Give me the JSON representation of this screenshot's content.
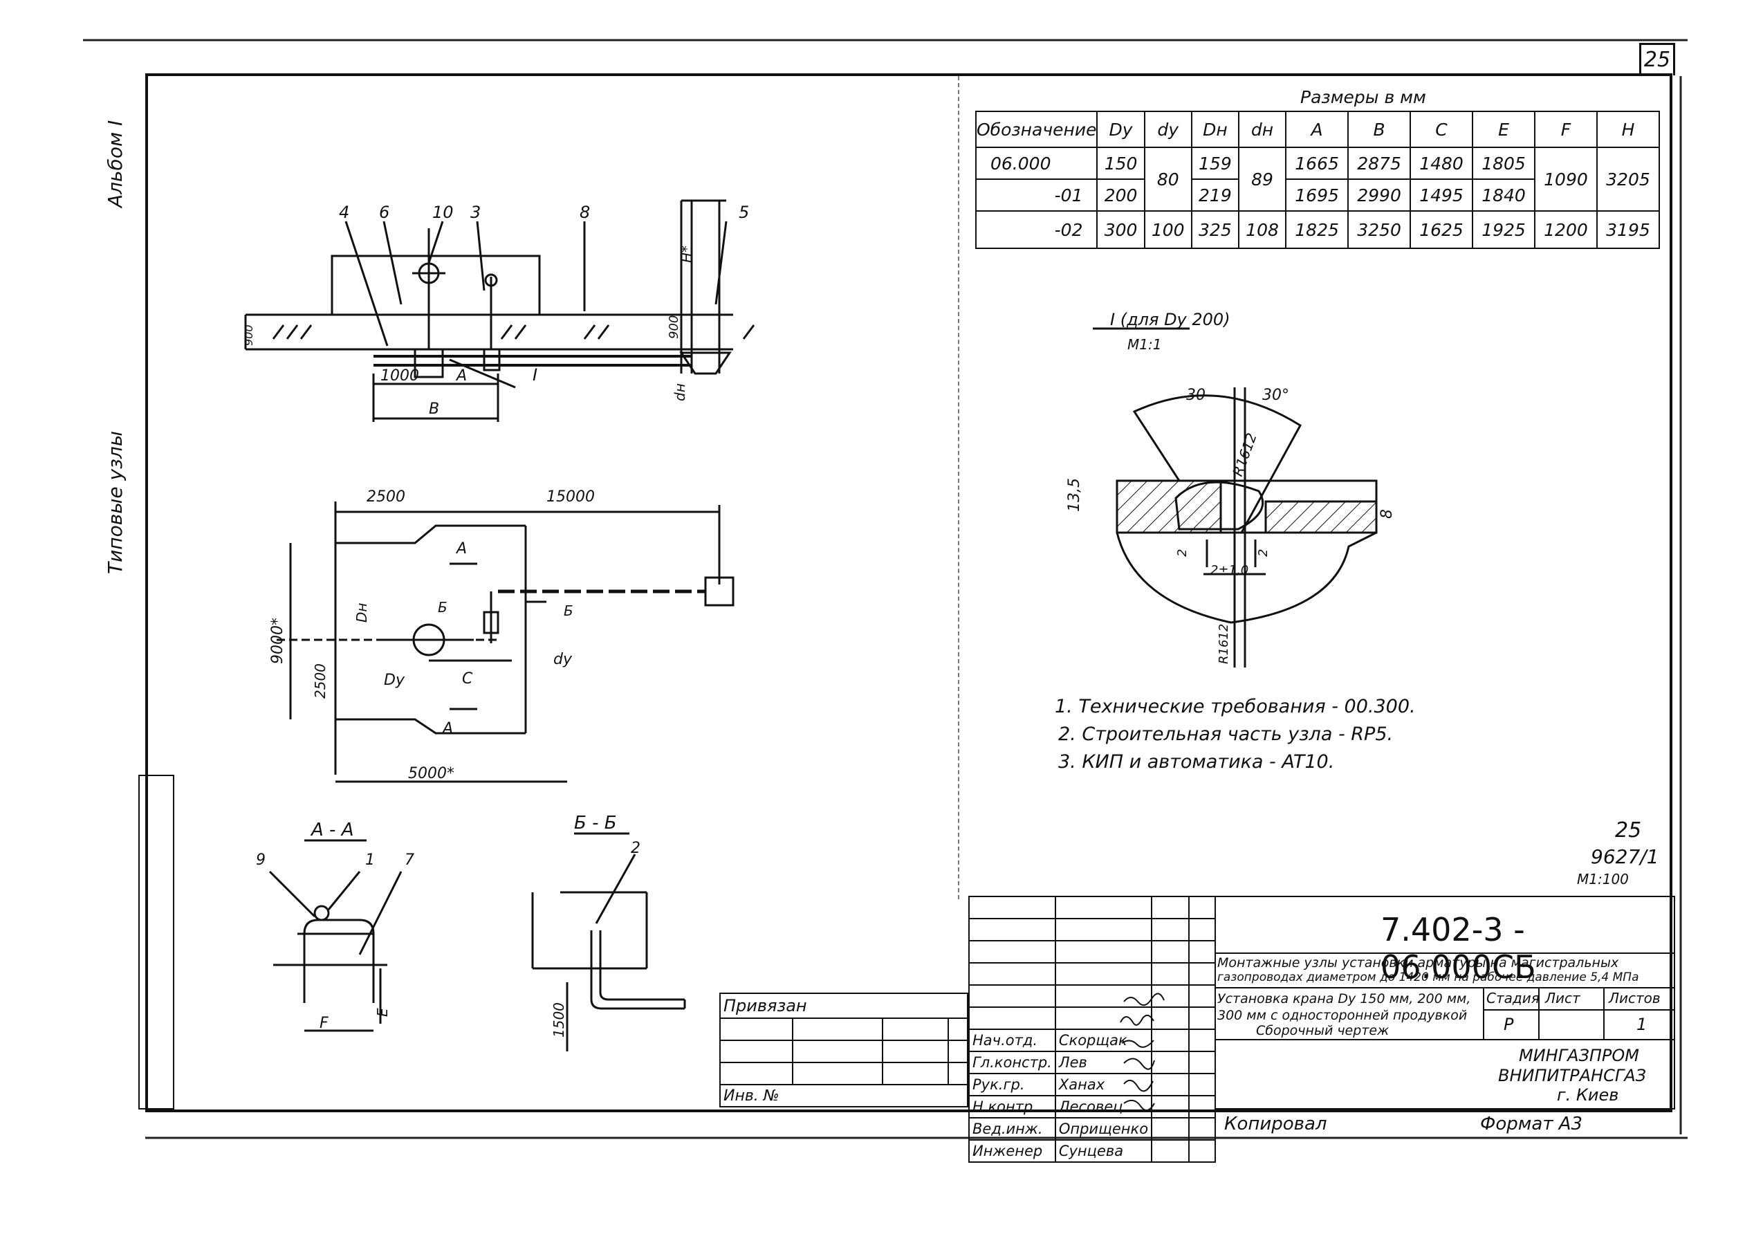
{
  "sheet": {
    "page_number": "25",
    "album": "Альбом I",
    "section": "Типовые узлы",
    "stamp_number": "25",
    "stamp_code": "9627/1",
    "stamp_scale": "M1:100",
    "copy_label": "Копировал",
    "format_label": "Формат A3"
  },
  "dims_table": {
    "caption": "Размеры в мм",
    "headers": [
      "Обозначение",
      "Dy",
      "dy",
      "Dн",
      "dн",
      "A",
      "B",
      "C",
      "E",
      "F",
      "H"
    ],
    "rows": [
      {
        "code": "06.000",
        "Dy": "150",
        "dy": "80",
        "Dn": "159",
        "dn": "89",
        "A": "1665",
        "B": "2875",
        "C": "1480",
        "E": "1805",
        "F": "1090",
        "H": "3205"
      },
      {
        "code": "-01",
        "Dy": "200",
        "Dn": "219",
        "A": "1695",
        "B": "2990",
        "C": "1495",
        "E": "1840"
      },
      {
        "code": "-02",
        "Dy": "300",
        "dy": "100",
        "Dn": "325",
        "dn": "108",
        "A": "1825",
        "B": "3250",
        "C": "1625",
        "E": "1925",
        "F": "1200",
        "H": "3195"
      }
    ]
  },
  "detail": {
    "title": "I (для Dy 200)",
    "scale": "M1:1",
    "angle_left": "30",
    "angle_right": "30°",
    "radius_top": "R1612",
    "radius_bottom": "R1612",
    "dim_thickness": "13,5",
    "dim_b": "8",
    "dim_gap": "2±1,0",
    "dim_2a": "2",
    "dim_2b": "2"
  },
  "notes": [
    "1. Технические требования - 00.300.",
    "2. Строительная часть узла - RP5.",
    "3. КИП и автоматика - AT10."
  ],
  "elevation": {
    "callouts": [
      "4",
      "6",
      "10",
      "3",
      "8",
      "5"
    ],
    "dim_1000": "1000",
    "dim_A": "A",
    "dim_B": "B",
    "dim_I": "I",
    "dim_H": "H*",
    "dim_900": "900",
    "dim_dn": "dн",
    "dim_left": "900"
  },
  "plan": {
    "dim_2500": "2500",
    "dim_15000": "15000",
    "dim_9000": "9000*",
    "dim_2500v": "2500",
    "dim_5000": "5000*",
    "label_Dn": "Dн",
    "label_Dy": "Dy",
    "label_dy": "dy",
    "label_C": "C",
    "label_A1": "A",
    "label_A2": "A",
    "label_B1": "Б",
    "label_B2": "Б"
  },
  "section_aa": {
    "title": "A - A",
    "callouts": [
      "9",
      "1",
      "7"
    ],
    "label_F": "F",
    "label_E": "E"
  },
  "section_bb": {
    "title": "Б - Б",
    "callouts": [
      "2"
    ],
    "dim_1500": "1500"
  },
  "title_block": {
    "doc_code": "7.402-3 - 06.000СБ",
    "desc_line1": "Монтажные узлы установки арматуры на магистральных",
    "desc_line2": "газопроводах диаметром до 1420 мм на рабочее давление 5,4 МПа",
    "sub_line1": "Установка крана Dy 150 мм, 200 мм,",
    "sub_line2": "300 мм с односторонней продувкой",
    "sub_line3": "Сборочный чертеж",
    "stage_h": "Стадия",
    "sheet_h": "Лист",
    "sheets_h": "Листов",
    "stage": "P",
    "sheets": "1",
    "org_line1": "МИНГАЗПРОМ",
    "org_line2": "ВНИПИТРАНСГАЗ",
    "org_line3": "г. Киев",
    "bound_label": "Привязан",
    "inv_label": "Инв. №",
    "roles": [
      {
        "role": "Нач.отд.",
        "name": "Скорщак"
      },
      {
        "role": "Гл.констр.",
        "name": "Лев"
      },
      {
        "role": "Рук.гр.",
        "name": "Ханах"
      },
      {
        "role": "Н.контр.",
        "name": "Лесовец"
      },
      {
        "role": "Вед.инж.",
        "name": "Оприщенко"
      },
      {
        "role": "Инженер",
        "name": "Сунцева"
      }
    ]
  }
}
